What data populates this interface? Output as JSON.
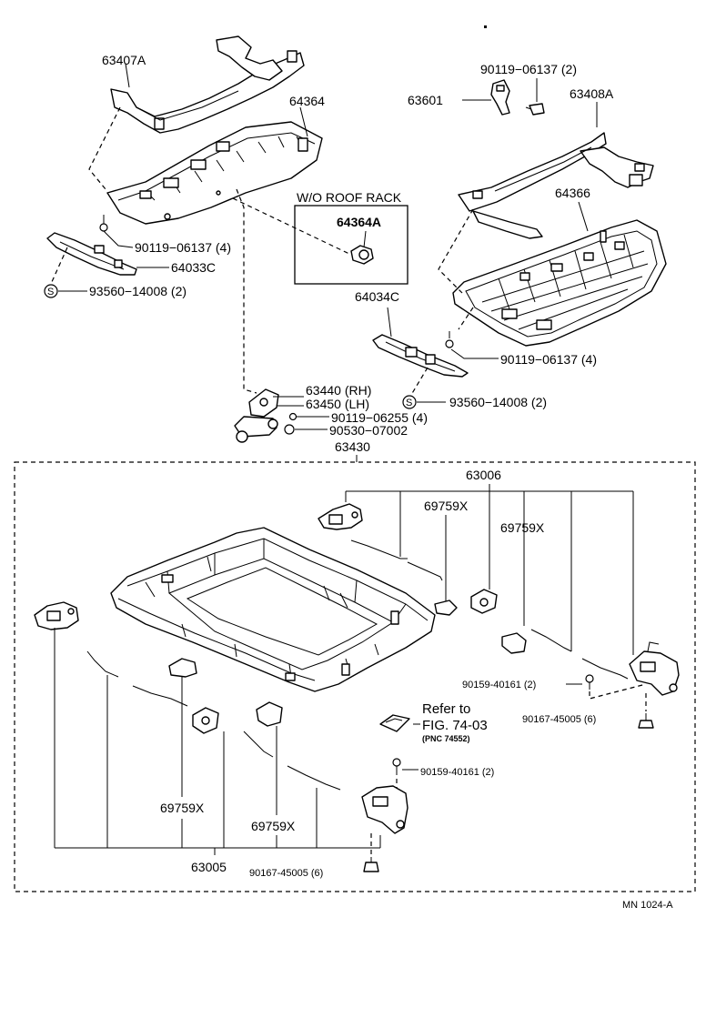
{
  "labels": {
    "p63407A": "63407A",
    "p64364": "64364",
    "p90119_06137_top": "90119−06137 (2)",
    "p63601": "63601",
    "p63408A": "63408A",
    "p64366": "64366",
    "wo_roof_rack": "W/O  ROOF RACK",
    "p64364A": "64364A",
    "p90119_06137_left": "90119−06137 (4)",
    "p64033C": "64033C",
    "p93560_left": "93560−14008 (2)",
    "p64034C": "64034C",
    "p90119_06137_right": "90119−06137 (4)",
    "p63440": "63440 (RH)",
    "p63450": "63450 (LH)",
    "p93560_right": "93560−14008 (2)",
    "p90119_06255": "90119−06255 (4)",
    "p90530_07002": "90530−07002",
    "p63430": "63430",
    "p63006": "63006",
    "p69759X_a": "69759X",
    "p69759X_b": "69759X",
    "p90159_right": "90159-40161 (2)",
    "p90167_right": "90167-45005 (6)",
    "refer_to": "Refer to",
    "fig_ref": "FIG. 74-03",
    "pnc_ref": "(PNC 74552)",
    "p90159_bottom": "90159-40161 (2)",
    "p69759X_c": "69759X",
    "p69759X_d": "69759X",
    "p63005": "63005",
    "p90167_bottom": "90167-45005 (6)",
    "catalog_code": "MN  1024-A",
    "s_symbol": "S"
  }
}
